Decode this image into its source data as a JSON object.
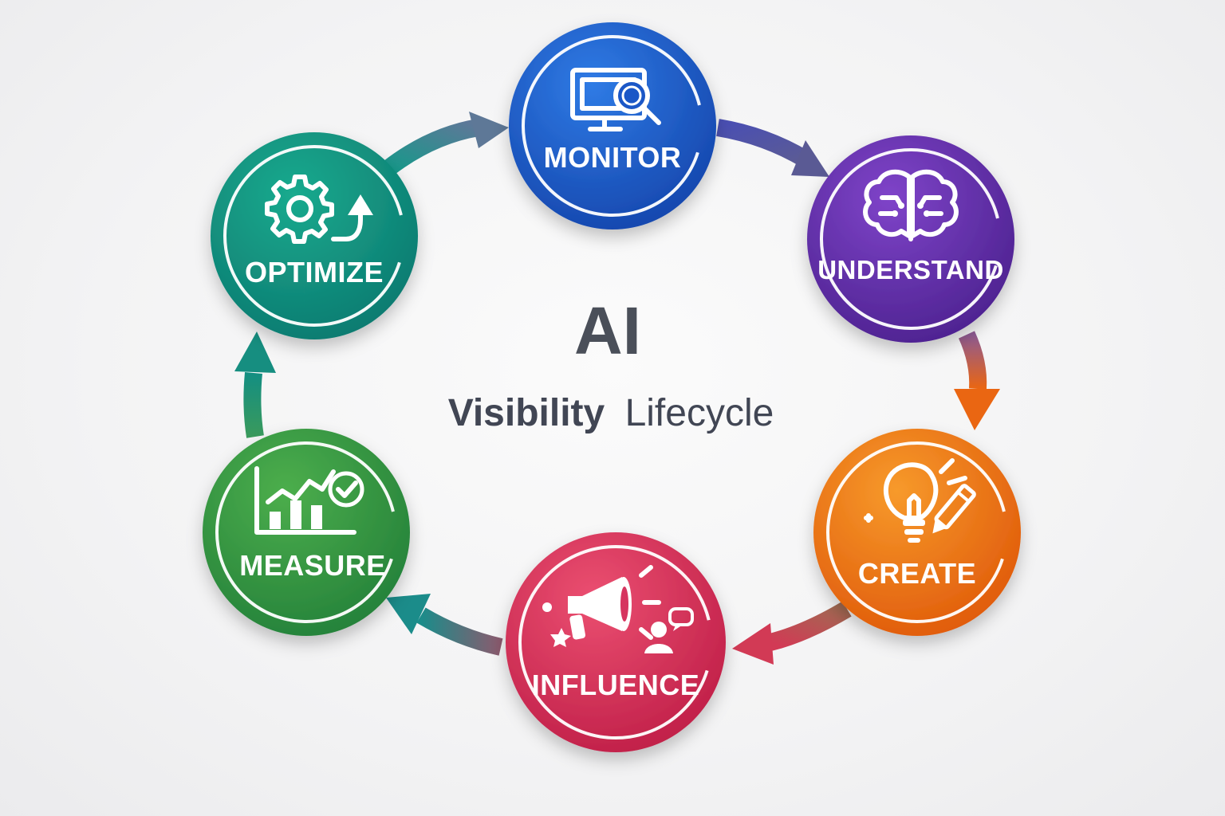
{
  "title": {
    "main": "AI",
    "subtitle_bold": "Visibility",
    "subtitle_light": "Lifecycle"
  },
  "stages": [
    {
      "id": "monitor",
      "label": "MONITOR",
      "icon": "monitor-search-icon",
      "color": "#1b57c7",
      "color_light": "#2f7be5"
    },
    {
      "id": "understand",
      "label": "UNDERSTAND",
      "icon": "brain-icon",
      "color": "#5a2aa0",
      "color_light": "#7f44c9"
    },
    {
      "id": "create",
      "label": "CREATE",
      "icon": "lightbulb-pencil-icon",
      "color": "#e4620c",
      "color_light": "#f79a2b"
    },
    {
      "id": "influence",
      "label": "INFLUENCE",
      "icon": "megaphone-icon",
      "color": "#c8264f",
      "color_light": "#eb4f71"
    },
    {
      "id": "measure",
      "label": "MEASURE",
      "icon": "chart-check-icon",
      "color": "#2e8a3c",
      "color_light": "#4cae4c"
    },
    {
      "id": "optimize",
      "label": "OPTIMIZE",
      "icon": "gear-arrow-icon",
      "color": "#0f8577",
      "color_light": "#1aaa8e"
    }
  ],
  "colors": {
    "title": "#4a4f59",
    "subtitle": "#414654"
  }
}
